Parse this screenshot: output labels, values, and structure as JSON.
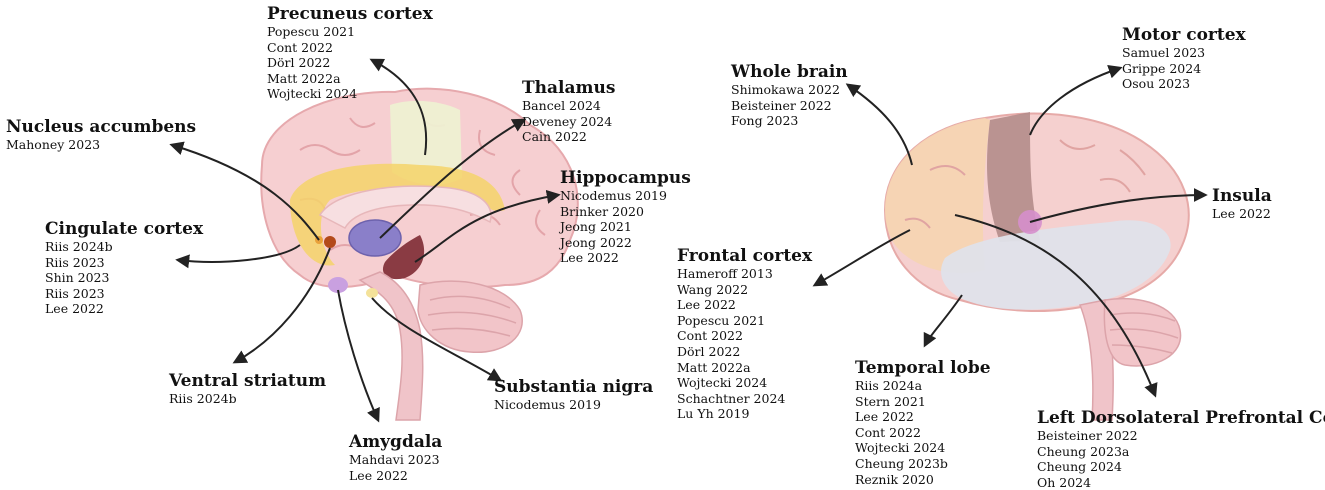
{
  "regions": [
    {
      "key": "precuneus",
      "title": "Precuneus cortex",
      "refs": [
        "Popescu 2021",
        "Cont 2022",
        "Dörl 2022",
        "Matt 2022a",
        "Wojtecki 2024"
      ]
    },
    {
      "key": "thalamus",
      "title": "Thalamus",
      "refs": [
        "Bancel 2024",
        "Deveney 2024",
        "Cain 2022"
      ]
    },
    {
      "key": "nucleus-accumbens",
      "title": "Nucleus accumbens",
      "refs": [
        "Mahoney 2023"
      ]
    },
    {
      "key": "hippocampus",
      "title": "Hippocampus",
      "refs": [
        "Nicodemus 2019",
        "Brinker 2020",
        "Jeong 2021",
        "Jeong 2022",
        "Lee 2022"
      ]
    },
    {
      "key": "cingulate",
      "title": "Cingulate cortex",
      "refs": [
        "Riis 2024b",
        "Riis 2023",
        "Shin 2023",
        "Riis 2023",
        "Lee 2022"
      ]
    },
    {
      "key": "ventral-striatum",
      "title": "Ventral striatum",
      "refs": [
        "Riis 2024b"
      ]
    },
    {
      "key": "amygdala",
      "title": "Amygdala",
      "refs": [
        "Mahdavi  2023",
        "Lee 2022"
      ]
    },
    {
      "key": "substantia-nigra",
      "title": "Substantia nigra",
      "refs": [
        "Nicodemus 2019"
      ]
    },
    {
      "key": "whole-brain",
      "title": "Whole brain",
      "refs": [
        "Shimokawa 2022",
        "Beisteiner 2022",
        "Fong 2023"
      ]
    },
    {
      "key": "motor-cortex",
      "title": "Motor cortex",
      "refs": [
        "Samuel 2023",
        "Grippe 2024",
        "Osou 2023"
      ]
    },
    {
      "key": "insula",
      "title": "Insula",
      "refs": [
        "Lee 2022"
      ]
    },
    {
      "key": "frontal-cortex",
      "title": "Frontal cortex",
      "refs": [
        "Hameroff  2013",
        "Wang 2022",
        "Lee 2022",
        "Popescu 2021",
        "Cont 2022",
        "Dörl 2022",
        "Matt 2022a",
        "Wojtecki 2024",
        "Schachtner 2024",
        "Lu Yh 2019"
      ]
    },
    {
      "key": "temporal-lobe",
      "title": "Temporal lobe",
      "refs": [
        "Riis 2024a",
        "Stern 2021",
        "Lee 2022",
        "Cont 2022",
        "Wojtecki 2024",
        "Cheung 2023b",
        "Reznik 2020"
      ]
    },
    {
      "key": "left-dlpfc",
      "title": "Left Dorsolateral Prefrontal Cortex",
      "refs": [
        "Beisteiner   2022",
        "Cheung 2023a",
        "Cheung 2024",
        "Oh 2024"
      ]
    }
  ]
}
